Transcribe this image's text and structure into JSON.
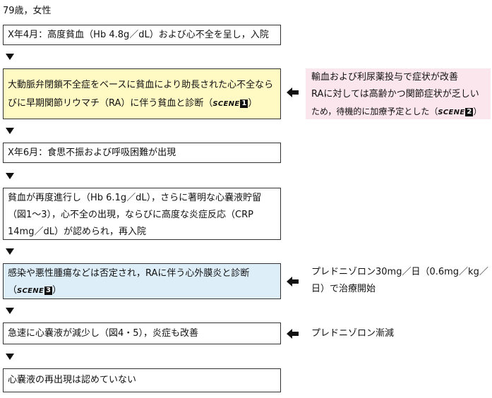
{
  "header": "79歳，女性",
  "steps": [
    {
      "lines": [
        "X年4月：高度貧血（Hb 4.8g／dL）および心不全を呈し，入院"
      ]
    },
    {
      "lines": [
        "大動脈弁閉鎖不全症をベースに貧血により助長された心不全なら",
        "びに早期関節リウマチ（RA）に伴う貧血と診断（"
      ],
      "badge": {
        "text": "SCENE",
        "num": "1"
      },
      "tail": "）"
    },
    {
      "lines": [
        "X年6月：食思不振および呼吸困難が出現"
      ]
    },
    {
      "lines": [
        "貧血が再度進行し（Hb 6.1g／dL），さらに著明な心嚢液貯留",
        "（図1～3），心不全の出現，ならびに高度な炎症反応（CRP",
        "14mg／dL）が認められ，再入院"
      ]
    },
    {
      "lines": [
        "感染や悪性腫瘍などは否定され，RAに伴う心外膜炎と診断",
        "（"
      ],
      "badge": {
        "text": "SCENE",
        "num": "3"
      },
      "tail": "）"
    },
    {
      "lines": [
        "急速に心嚢液が減少し（図4・5），炎症も改善"
      ]
    },
    {
      "lines": [
        "心嚢液の再出現は認めていない"
      ]
    }
  ],
  "notes": [
    {
      "lines": [
        "輸血および利尿薬投与で症状が改善",
        "RAに対しては高齢かつ関節症状が乏しい",
        "ため，待機的に加療予定とした（"
      ],
      "badge": {
        "text": "SCENE",
        "num": "2"
      },
      "tail": "）"
    },
    {
      "lines": [
        "プレドニゾロン30mg／日（0.6mg／kg／",
        "日）で治療開始"
      ]
    },
    {
      "lines": [
        "プレドニゾロン漸減"
      ]
    }
  ],
  "colors": {
    "yellow_box": "#fff9c4",
    "blue_box": "#ddeef9",
    "pink_note": "#fce6ee",
    "border": "#333333"
  }
}
